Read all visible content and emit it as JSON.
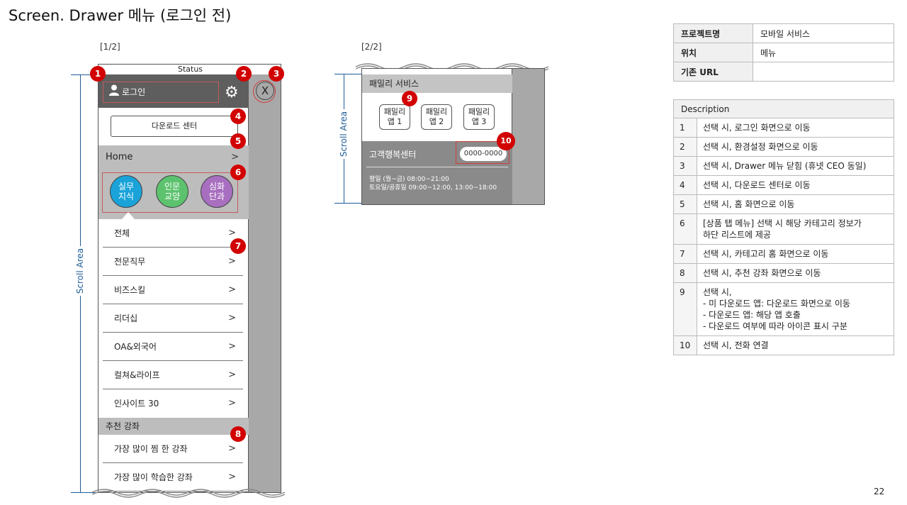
{
  "page": {
    "title": "Screen. Drawer 메뉴 (로그인 전)",
    "number": "22"
  },
  "labels": {
    "part1": "[1/2]",
    "part2": "[2/2]",
    "scroll_area": "Scroll Area"
  },
  "drawer": {
    "status": "Status",
    "login_label": "로그인",
    "close_label": "X",
    "download_center": "다운로드 센터",
    "home_label": "Home",
    "chevron": ">",
    "tabs": [
      {
        "label": "실무\n지식",
        "color": "#1aa3d9"
      },
      {
        "label": "인문\n교양",
        "color": "#5cc26e"
      },
      {
        "label": "심화\n단과",
        "color": "#a86fc0"
      }
    ],
    "categories": [
      "전체",
      "전문직무",
      "비즈스킬",
      "리더십",
      "OA&외국어",
      "컬쳐&라이프",
      "인사이트 30"
    ],
    "recommend_header": "추천 강좌",
    "recommend_items": [
      "가장 많이 찜 한 강좌",
      "가장 많이 학습한 강좌"
    ]
  },
  "drawer2": {
    "family_header": "패밀리 서비스",
    "apps": [
      "패밀리\n앱 1",
      "패밀리\n앱 2",
      "패밀리\n앱 3"
    ],
    "cs_title": "고객행복센터",
    "phone": "0000-0000",
    "hours_weekday": "평일 (월~금) 08:00~21:00",
    "hours_weekend": "토요일/공휴일 09:00~12:00, 13:00~18:00"
  },
  "markers": [
    "1",
    "2",
    "3",
    "4",
    "5",
    "6",
    "7",
    "8",
    "9",
    "10"
  ],
  "info": [
    {
      "key": "프로젝트명",
      "value": "모바일 서비스"
    },
    {
      "key": "위치",
      "value": "메뉴"
    },
    {
      "key": "기존 URL",
      "value": ""
    }
  ],
  "description": {
    "header": "Description",
    "rows": [
      {
        "num": "1",
        "text": "선택 시, 로그인 화면으로 이동"
      },
      {
        "num": "2",
        "text": "선택 시, 환경설정 화면으로 이동"
      },
      {
        "num": "3",
        "text": "선택 시, Drawer 메뉴 닫힘 (휴넷 CEO 동일)"
      },
      {
        "num": "4",
        "text": "선택 시, 다운로드 센터로 이동"
      },
      {
        "num": "5",
        "text": "선택 시, 홈 화면으로 이동"
      },
      {
        "num": "6",
        "text": "[상품 탭 메뉴] 선택 시 해당 카테고리 정보가\n하단 리스트에 제공"
      },
      {
        "num": "7",
        "text": "선택 시, 카테고리 홈 화면으로 이동"
      },
      {
        "num": "8",
        "text": "선택 시, 추천 강좌 화면으로 이동"
      },
      {
        "num": "9",
        "text": "선택 시,\n- 미 다운로드 앱: 다운로드 화면으로 이동\n- 다운로드 앱: 해당 앱 호출\n- 다운로드 여부에 따라 아이콘 표시 구분"
      },
      {
        "num": "10",
        "text": "선택 시, 전화 연결"
      }
    ]
  }
}
